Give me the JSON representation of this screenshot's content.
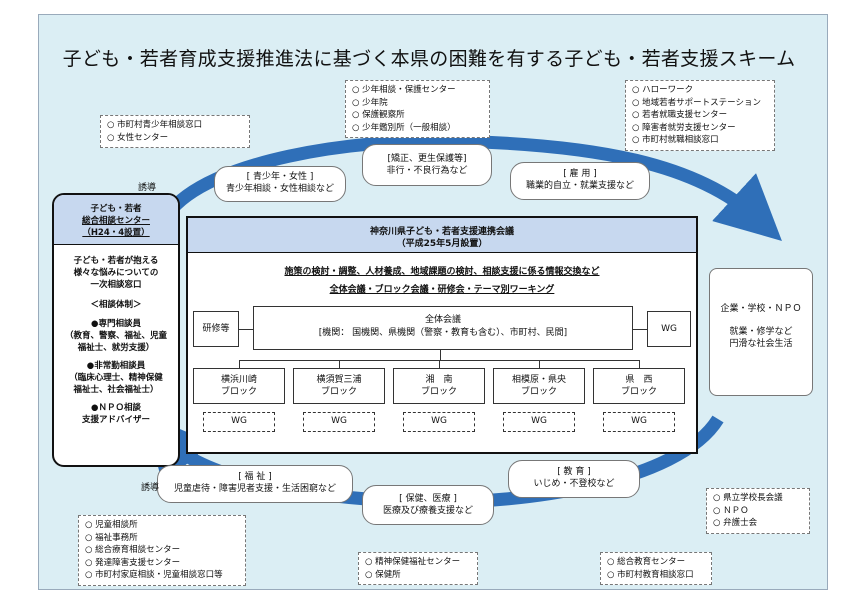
{
  "title": "子ども・若者育成支援推進法に基づく本県の困難を有する子ども・若者支援スキーム",
  "lists": {
    "city_youth": [
      "市町村青少年相談窓口",
      "女性センター"
    ],
    "correction": [
      "少年相談・保護センター",
      "少年院",
      "保護観察所",
      "少年鑑別所（一般相談）"
    ],
    "employment": [
      "ハローワーク",
      "地域若者サポートステーション",
      "若者就職支援センター",
      "障害者就労支援センター",
      "市町村就職相談窓口"
    ],
    "welfare": [
      "児童相談所",
      "福祉事務所",
      "総合療育相談センター",
      "発達障害支援センター",
      "市町村家庭相談・児童相談窓口等"
    ],
    "medical": [
      "精神保健福祉センター",
      "保健所"
    ],
    "education": [
      "総合教育センター",
      "市町村教育相談窓口"
    ],
    "principals": [
      "県立学校長会議",
      "ＮＰＯ",
      "弁護士会"
    ]
  },
  "ovals": {
    "youth": {
      "head": "[ 青少年・女性 ]",
      "body": "青少年相談・女性相談など"
    },
    "correction": {
      "head": "[矯正、更生保護等]",
      "body": "非行・不良行為など"
    },
    "employment": {
      "head": "[ 雇 用 ]",
      "body": "職業的自立・就業支援など"
    },
    "welfare": {
      "head": "[ 福 祉 ]",
      "body": "児童虐待・障害児者支援・生活困窮など"
    },
    "medical": {
      "head": "[ 保健、医療 ]",
      "body": "医療及び療養支援など"
    },
    "education": {
      "head": "[ 教 育 ]",
      "body": "いじめ・不登校など"
    }
  },
  "guide_top": "誘導",
  "guide_bottom": "誘導",
  "center": {
    "title1": "子ども・若者",
    "title2": "総合相談センター",
    "title3": "（H24・4設置）",
    "desc1": "子ども・若者が抱える",
    "desc2": "様々な悩みについての",
    "desc3": "一次相談窓口",
    "system": "＜相談体制＞",
    "staff1": "●専門相談員",
    "staff1_detail1": "（教育、警察、福祉、児童",
    "staff1_detail2": "福祉士、就労支援）",
    "staff2": "●非常勤相談員",
    "staff2_detail1": "（臨床心理士、精神保健",
    "staff2_detail2": "福祉士、社会福祉士）",
    "staff3": "●ＮＰＯ相談",
    "staff3_detail": "支援アドバイザー"
  },
  "council": {
    "name": "神奈川県子ども・若者支援連携会議",
    "date": "（平成25年5月設置）",
    "purpose": "施策の検討・調整、人材養成、地域課題の検討、相談支援に係る情報交換など",
    "meetings": "全体会議・ブロック会議・研修会・テーマ別ワーキング",
    "training": "研修等",
    "wg": "WG",
    "general": "全体会議",
    "members": "[機関： 国機関、県機関（警察・教育も含む）、市町村、民間]",
    "blocks": [
      {
        "l1": "横浜川崎",
        "l2": "ブロック"
      },
      {
        "l1": "横須賀三浦",
        "l2": "ブロック"
      },
      {
        "l1": "湘　南",
        "l2": "ブロック"
      },
      {
        "l1": "相模原・県央",
        "l2": "ブロック"
      },
      {
        "l1": "県　西",
        "l2": "ブロック"
      }
    ],
    "block_wg": "WG"
  },
  "goal": {
    "l1": "企業・学校・ＮＰＯ",
    "l2": "就業・修学など",
    "l3": "円滑な社会生活"
  },
  "colors": {
    "background": "#dbeef4",
    "arrow": "#2f6fb8",
    "header": "#c7d8ef"
  }
}
